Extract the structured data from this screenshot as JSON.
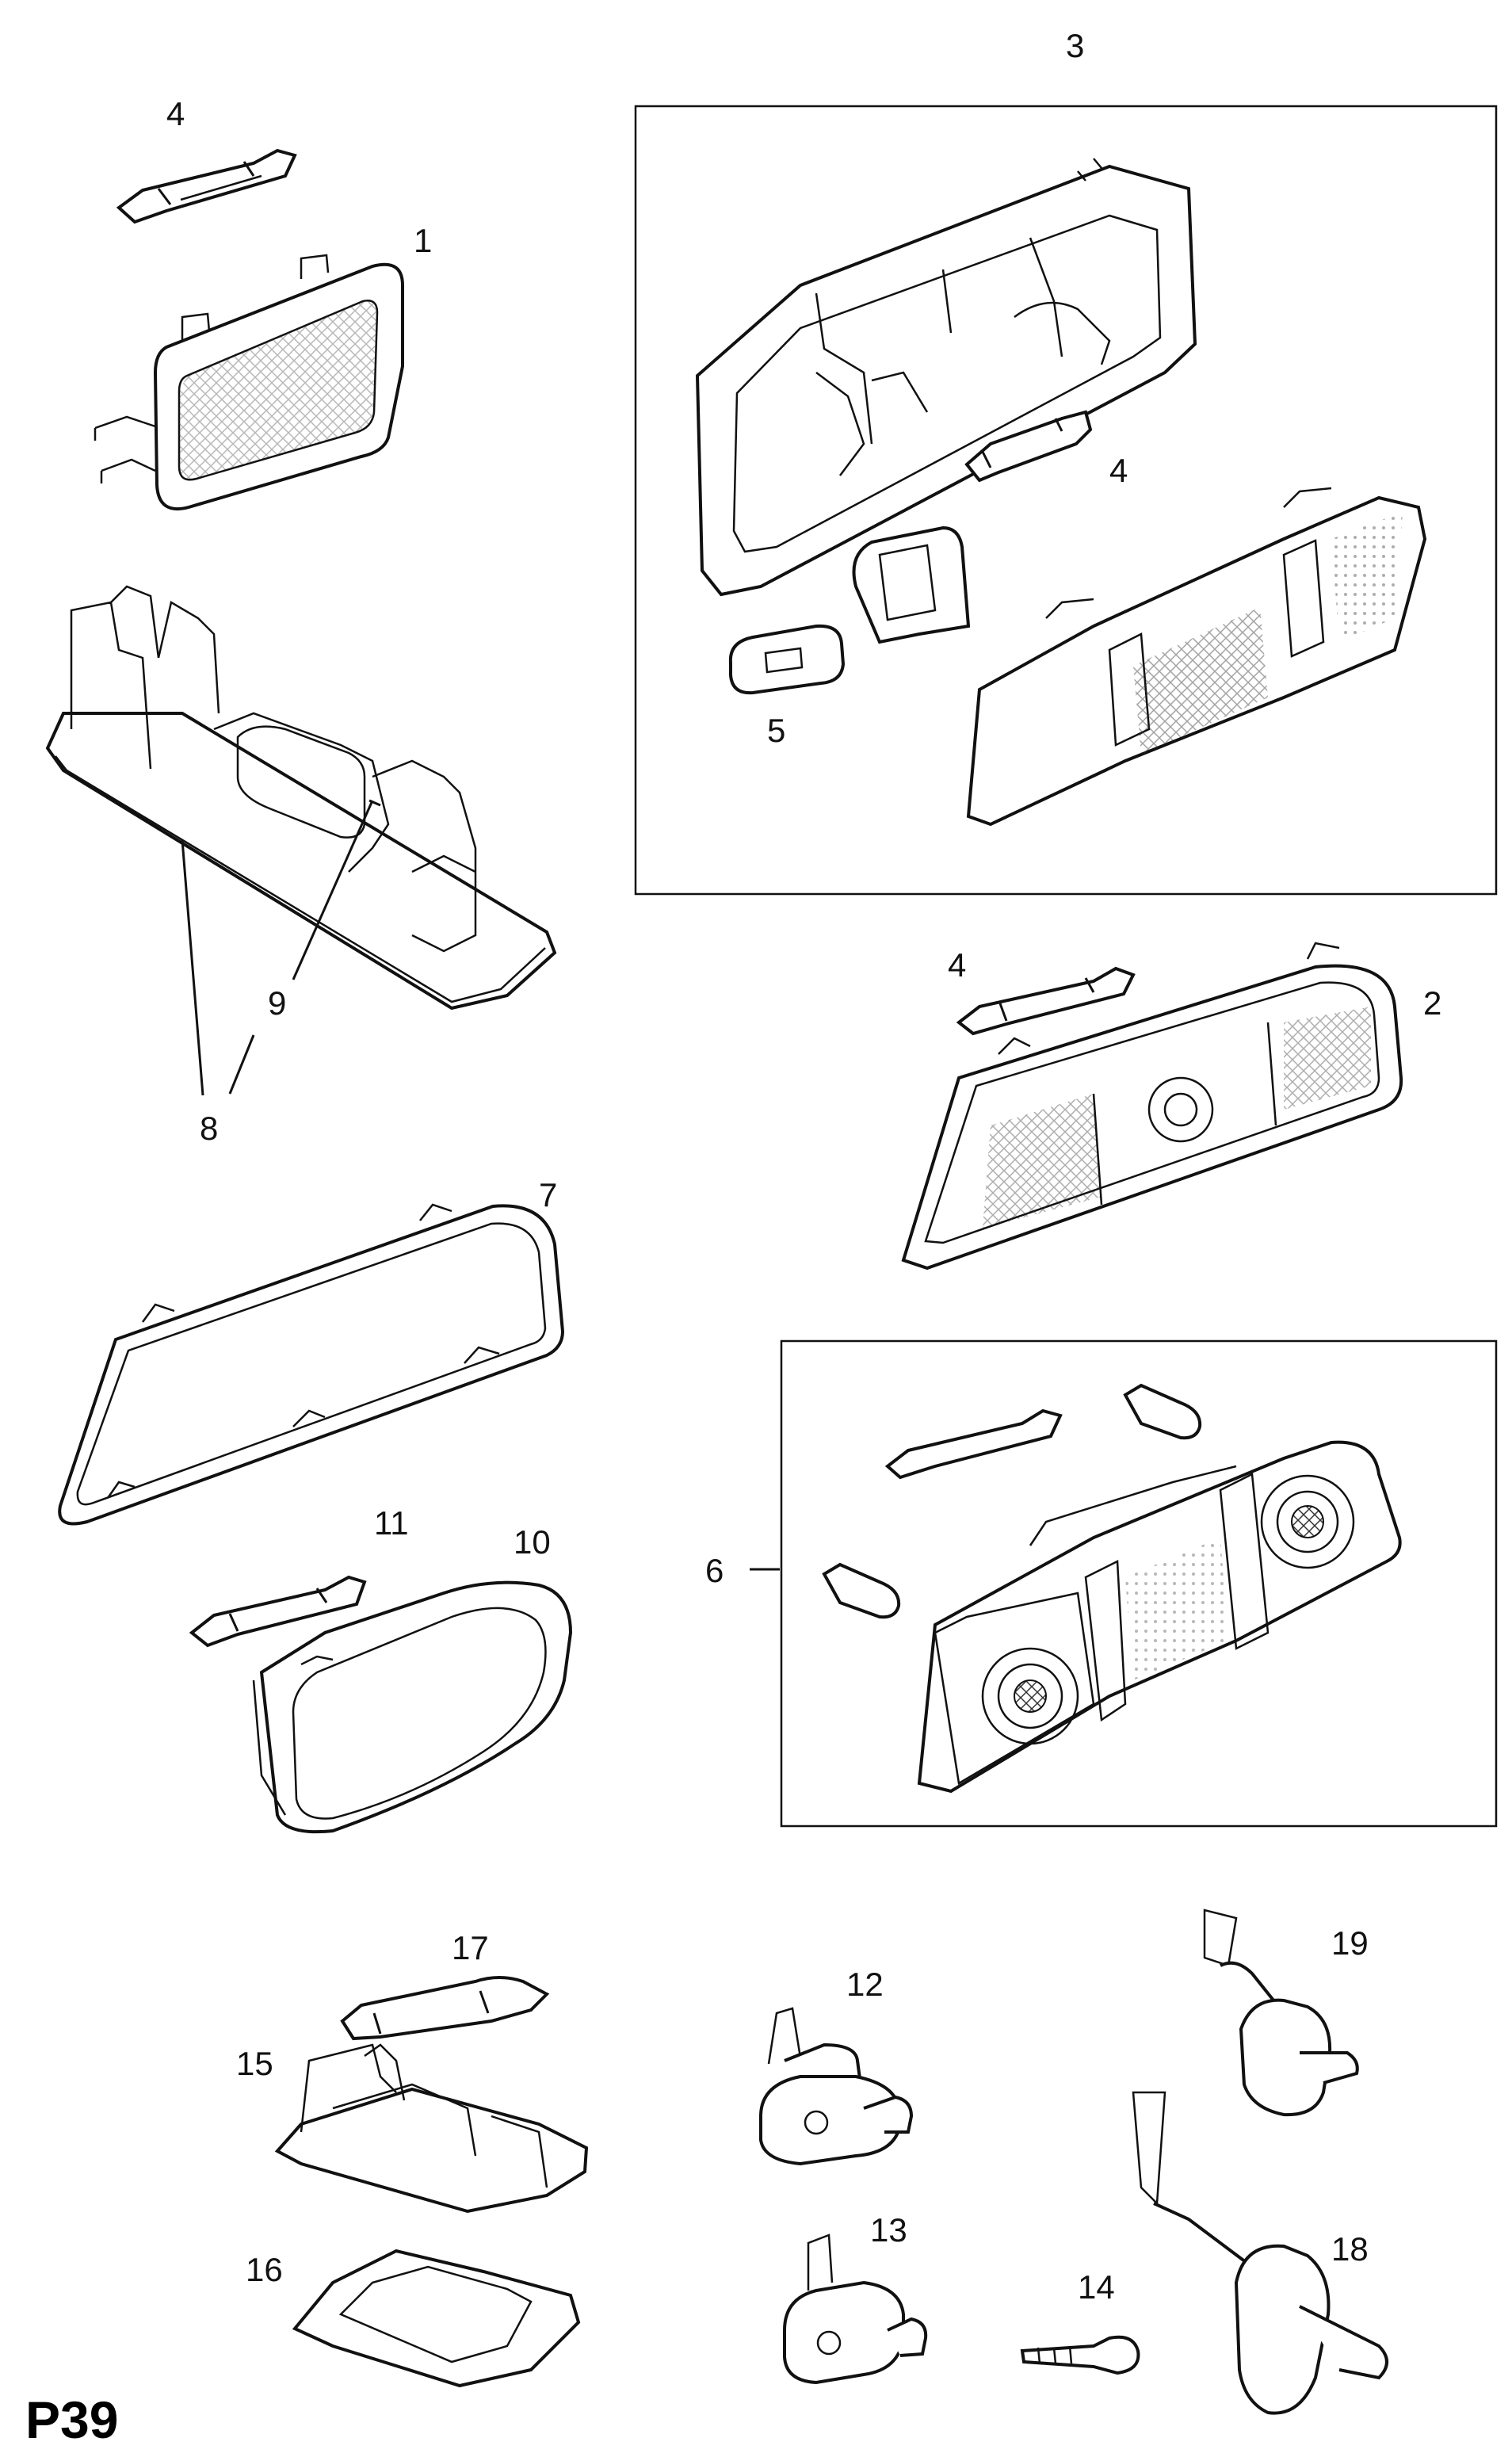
{
  "page_code": "P39",
  "callouts": [
    {
      "id": "c4a",
      "text": "4"
    },
    {
      "id": "c1",
      "text": "1"
    },
    {
      "id": "c3",
      "text": "3"
    },
    {
      "id": "c4b",
      "text": "4"
    },
    {
      "id": "c5",
      "text": "5"
    },
    {
      "id": "c9",
      "text": "9"
    },
    {
      "id": "c8",
      "text": "8"
    },
    {
      "id": "c4c",
      "text": "4"
    },
    {
      "id": "c2",
      "text": "2"
    },
    {
      "id": "c7",
      "text": "7"
    },
    {
      "id": "c11",
      "text": "11"
    },
    {
      "id": "c10",
      "text": "10"
    },
    {
      "id": "c6",
      "text": "6"
    },
    {
      "id": "c17",
      "text": "17"
    },
    {
      "id": "c15",
      "text": "15"
    },
    {
      "id": "c16",
      "text": "16"
    },
    {
      "id": "c12",
      "text": "12"
    },
    {
      "id": "c13",
      "text": "13"
    },
    {
      "id": "c19",
      "text": "19"
    },
    {
      "id": "c14",
      "text": "14"
    },
    {
      "id": "c18",
      "text": "18"
    }
  ]
}
